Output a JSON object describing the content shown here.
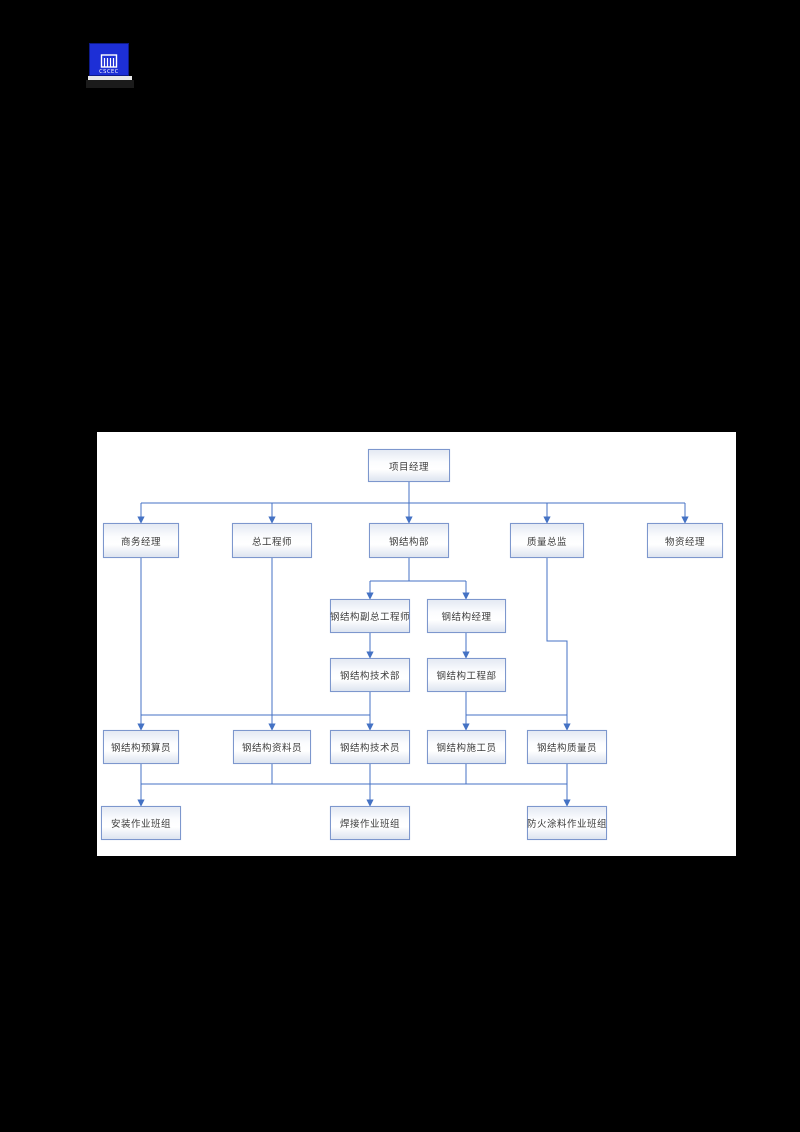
{
  "page": {
    "background_color": "#000000",
    "canvas_color": "#ffffff"
  },
  "logo": {
    "text": "CSCEC",
    "square_color": "#1d2fd6",
    "emblem_color": "#ffffff"
  },
  "org_chart": {
    "type": "org-chart",
    "line_color": "#4472C4",
    "box_border_color": "#7d97cd",
    "nodes": [
      {
        "id": "pm",
        "label": "项目经理"
      },
      {
        "id": "bm",
        "label": "商务经理"
      },
      {
        "id": "ce",
        "label": "总工程师"
      },
      {
        "id": "sd",
        "label": "钢结构部"
      },
      {
        "id": "qd",
        "label": "质量总监"
      },
      {
        "id": "mm",
        "label": "物资经理"
      },
      {
        "id": "dce",
        "label": "钢结构副总工程师"
      },
      {
        "id": "sm",
        "label": "钢结构经理"
      },
      {
        "id": "td",
        "label": "钢结构技术部"
      },
      {
        "id": "ed",
        "label": "钢结构工程部"
      },
      {
        "id": "bo",
        "label": "钢结构预算员"
      },
      {
        "id": "do",
        "label": "钢结构资料员"
      },
      {
        "id": "tn",
        "label": "钢结构技术员"
      },
      {
        "id": "cn",
        "label": "钢结构施工员"
      },
      {
        "id": "qo",
        "label": "钢结构质量员"
      },
      {
        "id": "it",
        "label": "安装作业班组"
      },
      {
        "id": "wt",
        "label": "焊接作业班组"
      },
      {
        "id": "ft",
        "label": "防火涂料作业班组"
      }
    ],
    "edges": [
      [
        "pm",
        "bm"
      ],
      [
        "pm",
        "ce"
      ],
      [
        "pm",
        "sd"
      ],
      [
        "pm",
        "qd"
      ],
      [
        "pm",
        "mm"
      ],
      [
        "sd",
        "dce"
      ],
      [
        "sd",
        "sm"
      ],
      [
        "dce",
        "td"
      ],
      [
        "sm",
        "ed"
      ],
      [
        "bm",
        "bo"
      ],
      [
        "ce",
        "do"
      ],
      [
        "td",
        "tn"
      ],
      [
        "ed",
        "cn"
      ],
      [
        "ed",
        "qo"
      ],
      [
        "qd",
        "qo"
      ]
    ],
    "bottom_bus": {
      "from": [
        "bo",
        "do",
        "tn",
        "cn",
        "qo"
      ],
      "to": [
        "it",
        "wt",
        "ft"
      ]
    }
  }
}
